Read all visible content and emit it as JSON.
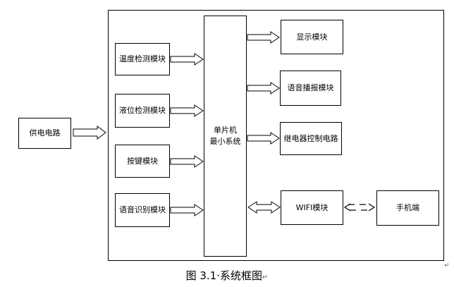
{
  "diagram": {
    "power_supply": "供电电路",
    "mcu_line1": "单片机",
    "mcu_line2": "最小系统",
    "inputs": [
      "温度检测模块",
      "液位检测模块",
      "按键模块",
      "语音识别模块"
    ],
    "outputs": [
      "显示模块",
      "语音播报模块",
      "继电器控制电路"
    ],
    "wifi": "WIFI模块",
    "phone": "手机端"
  },
  "caption": "图 3.1·系统框图",
  "caption_mark": "↵",
  "corner_mark": "↵"
}
